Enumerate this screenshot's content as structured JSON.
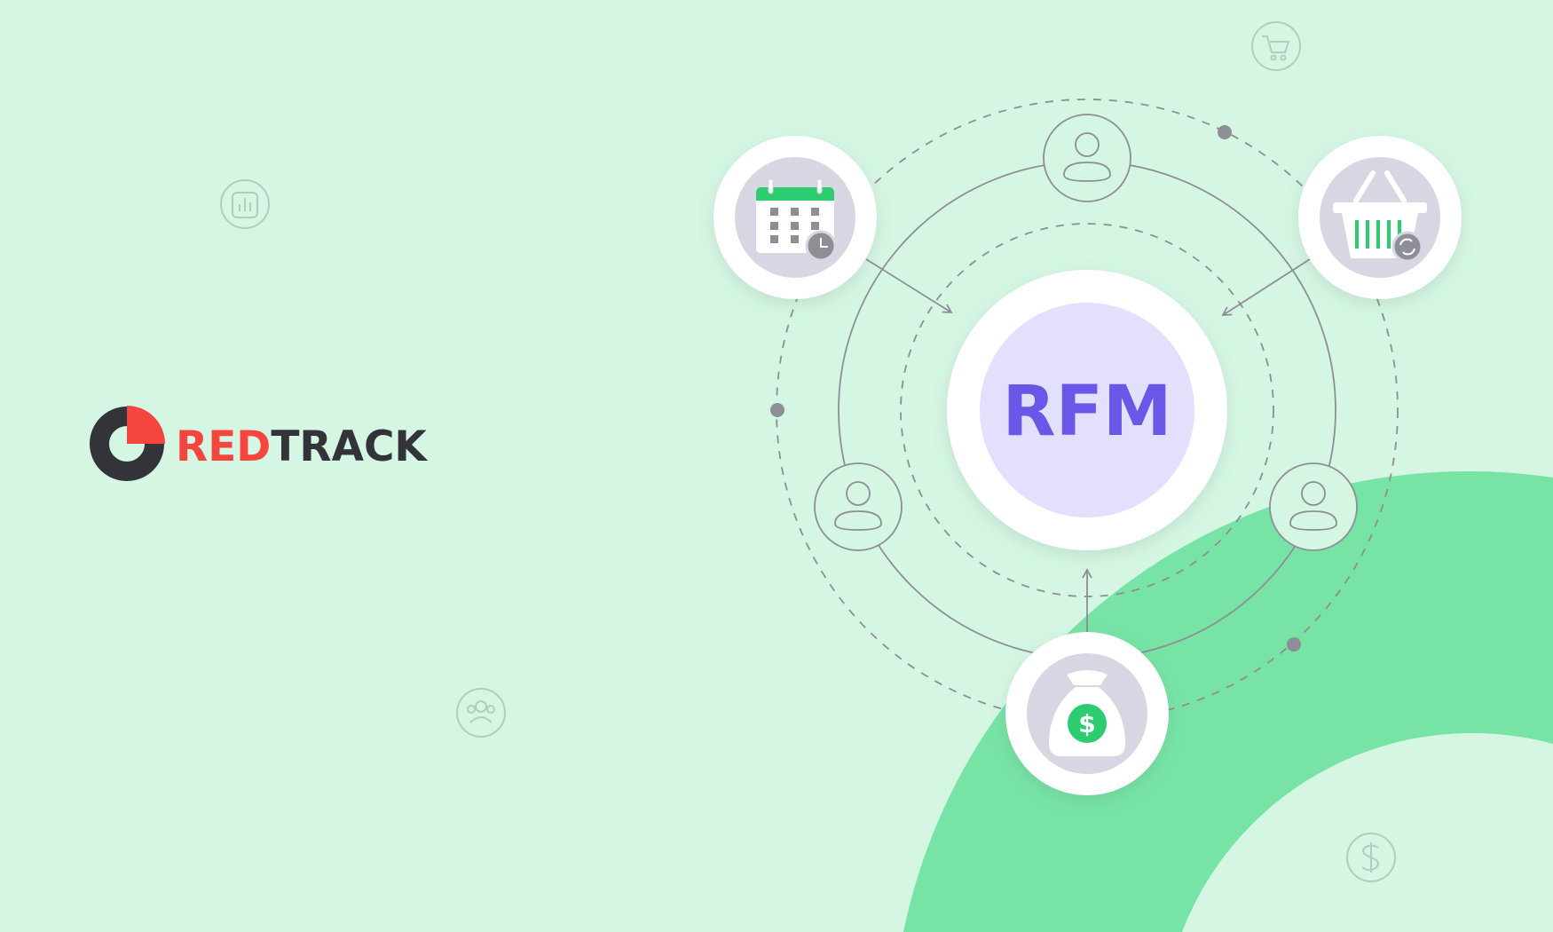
{
  "brand": {
    "name_part1": "RED",
    "name_part2": "TRACK",
    "color_red": "#f4453f",
    "color_dark": "#33333a"
  },
  "center": {
    "label": "RFM",
    "label_color": "#6957e8"
  },
  "colors": {
    "background": "#d5f6e3",
    "arc": "#77e3a5",
    "ring": "#8e8e96",
    "node_fill": "#ffffff",
    "icon_bg": "#d7d6e3",
    "icon_accent": "#2ecc71",
    "center_inner": "#e3e0fe"
  },
  "nodes": [
    {
      "id": "recency",
      "icon": "calendar-clock-icon"
    },
    {
      "id": "frequency",
      "icon": "basket-repeat-icon"
    },
    {
      "id": "monetary",
      "icon": "money-bag-icon"
    }
  ],
  "customers": [
    "user-icon",
    "user-icon",
    "user-icon"
  ],
  "background_icons": [
    "chart-icon",
    "cart-icon",
    "users-icon",
    "dollar-icon"
  ]
}
